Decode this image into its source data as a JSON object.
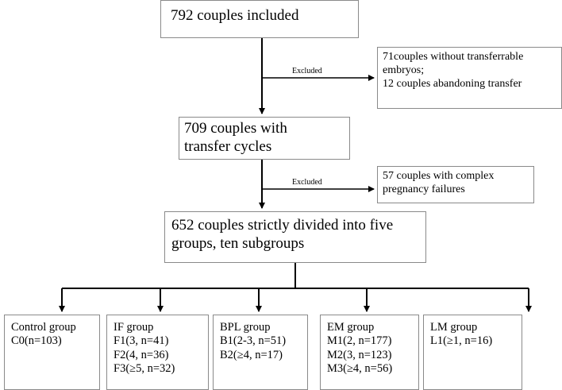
{
  "flow": {
    "included": "792 couples included",
    "excluded1_label": "Excluded",
    "excluded1": [
      "71couples without transferrable",
      "embryos;",
      "12 couples abandoning transfer"
    ],
    "transfer": [
      "709 couples with",
      "transfer cycles"
    ],
    "excluded2_label": "Excluded",
    "excluded2": [
      "57 couples with complex",
      "pregnancy failures"
    ],
    "divided": [
      "652 couples strictly divided into five",
      "groups, ten subgroups"
    ]
  },
  "groups": [
    {
      "title": "Control group",
      "items": [
        "C0(n=103)"
      ]
    },
    {
      "title": "IF group",
      "items": [
        "F1(3, n=41)",
        "F2(4, n=36)",
        "F3(≥5, n=32)"
      ]
    },
    {
      "title": "BPL group",
      "items": [
        "B1(2-3, n=51)",
        "B2(≥4, n=17)"
      ]
    },
    {
      "title": "EM group",
      "items": [
        "M1(2, n=177)",
        "M2(3, n=123)",
        "M3(≥4, n=56)"
      ]
    },
    {
      "title": "LM group",
      "items": [
        "L1(≥1, n=16)"
      ]
    }
  ]
}
